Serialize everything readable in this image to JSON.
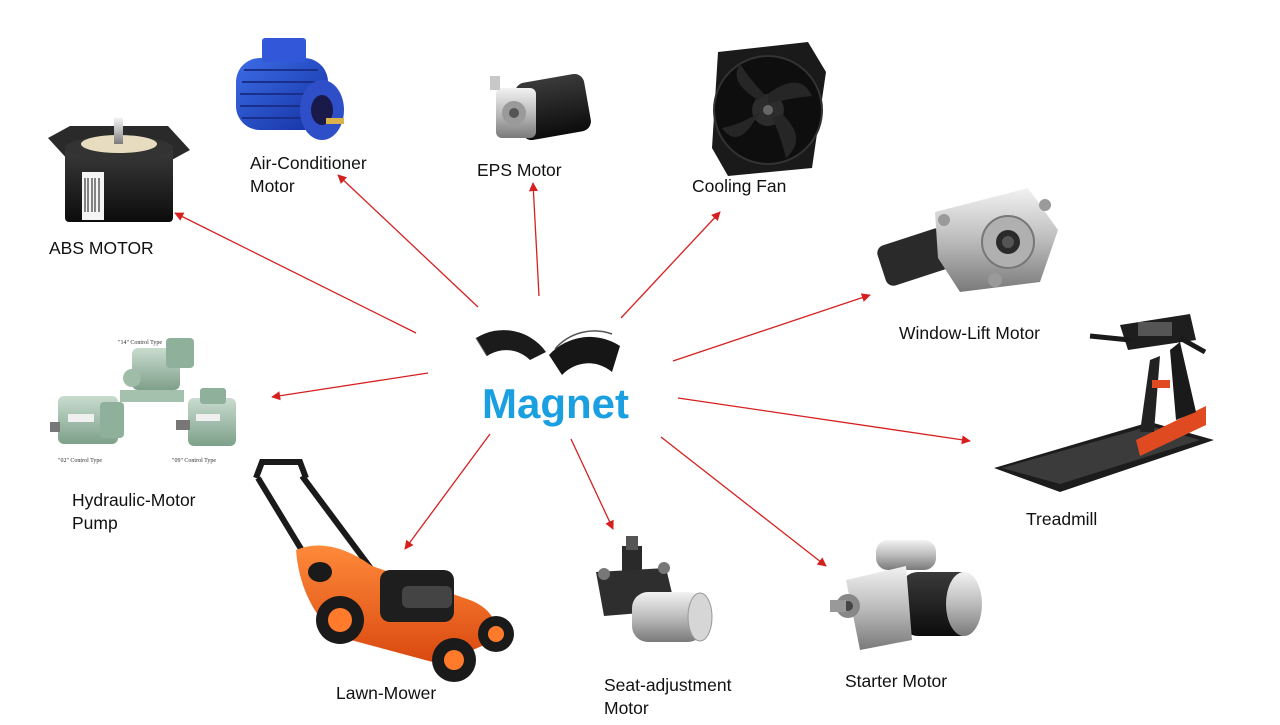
{
  "title": "Magnet",
  "accent_color": "#1a9fe0",
  "arrow_color": "#d62020",
  "nodes": [
    {
      "id": "abs",
      "label_lines": [
        "ABS MOTOR"
      ],
      "icon": "abs-motor-icon"
    },
    {
      "id": "ac",
      "label_lines": [
        "Air-Conditioner",
        "Motor"
      ],
      "icon": "ac-motor-icon"
    },
    {
      "id": "eps",
      "label_lines": [
        "EPS Motor"
      ],
      "icon": "eps-motor-icon"
    },
    {
      "id": "fan",
      "label_lines": [
        "Cooling Fan"
      ],
      "icon": "cooling-fan-icon"
    },
    {
      "id": "window",
      "label_lines": [
        "Window-Lift Motor"
      ],
      "icon": "window-lift-motor-icon"
    },
    {
      "id": "treadmill",
      "label_lines": [
        "Treadmill"
      ],
      "icon": "treadmill-icon"
    },
    {
      "id": "starter",
      "label_lines": [
        "Starter Motor"
      ],
      "icon": "starter-motor-icon"
    },
    {
      "id": "seat",
      "label_lines": [
        "Seat-adjustment",
        "Motor"
      ],
      "icon": "seat-motor-icon"
    },
    {
      "id": "mower",
      "label_lines": [
        "Lawn-Mower"
      ],
      "icon": "lawn-mower-icon"
    },
    {
      "id": "hydraulic",
      "label_lines": [
        "Hydraulic-Motor",
        "Pump"
      ],
      "icon": "hydraulic-pump-icon"
    }
  ],
  "pump_captions": [
    "\"14\" Control Type",
    "\"02\" Control Type",
    "\"09\" Control Type"
  ]
}
